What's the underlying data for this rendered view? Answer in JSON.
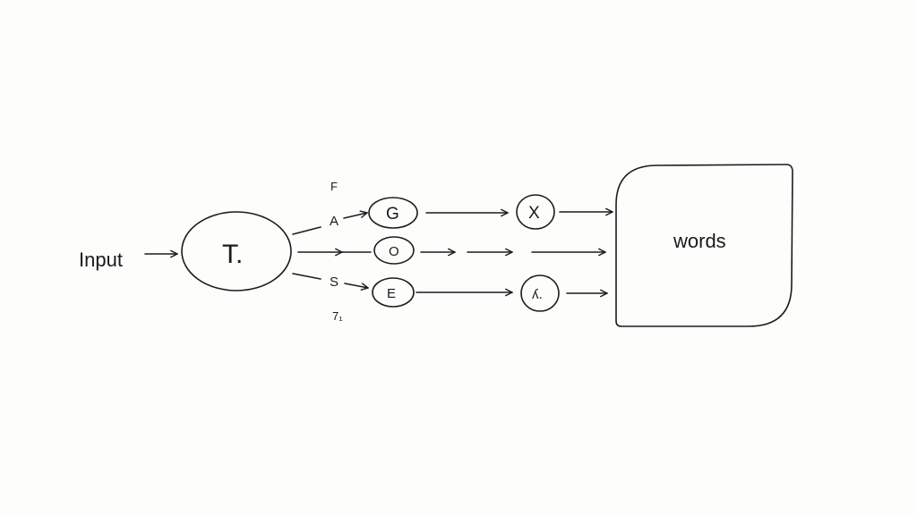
{
  "diagram": {
    "input_label": "Input",
    "transformer_label": "T.",
    "branch_labels": {
      "top_annotation": "F",
      "upper": "A",
      "middle": "→",
      "lower": "S",
      "bottom_annotation": "7₁"
    },
    "nodes": {
      "g": "G",
      "o": "O",
      "e": "E",
      "x": "X",
      "k": "ʎ."
    },
    "output_label": "words"
  }
}
